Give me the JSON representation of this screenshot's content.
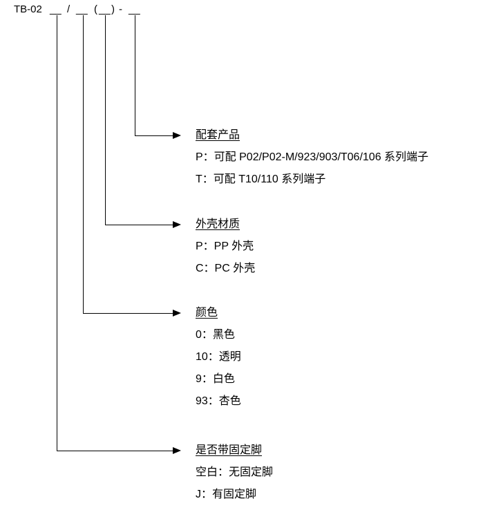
{
  "part_number": {
    "prefix": "TB-02",
    "blank": "__",
    "slash": "/",
    "open_paren": "(",
    "close_paren": ")",
    "dash": "-"
  },
  "sections": [
    {
      "title": "配套产品",
      "items": [
        "P：可配 P02/P02-M/923/903/T06/106 系列端子",
        "T：可配 T10/110 系列端子"
      ]
    },
    {
      "title": "外壳材质",
      "items": [
        "P：PP 外壳",
        "C：PC 外壳"
      ]
    },
    {
      "title": "颜色",
      "items": [
        "0：黑色",
        "10：透明",
        "9：白色",
        "93：杏色"
      ]
    },
    {
      "title": "是否带固定脚",
      "items": [
        "空白：无固定脚",
        "J：有固定脚"
      ]
    }
  ],
  "colors": {
    "line": "#000000",
    "text": "#000000",
    "background": "#ffffff"
  }
}
